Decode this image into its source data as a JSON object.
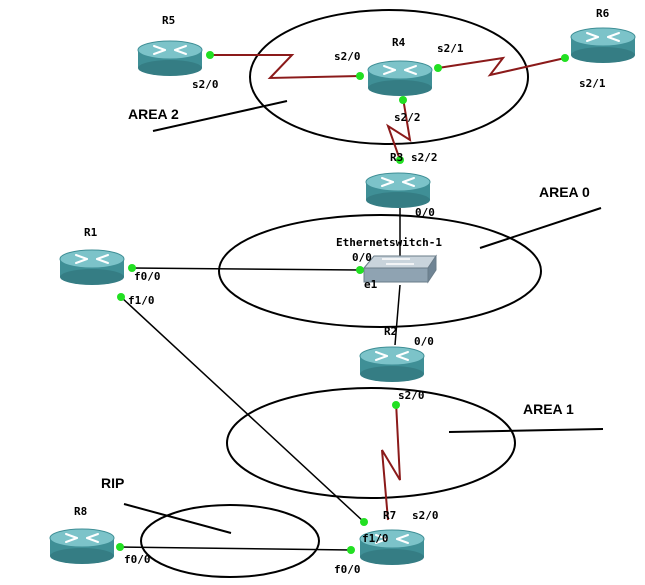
{
  "routers": {
    "r1": "R1",
    "r2": "R2",
    "r3": "R3",
    "r4": "R4",
    "r5": "R5",
    "r6": "R6",
    "r7": "R7",
    "r8": "R8"
  },
  "switch": {
    "name": "Ethernetswitch-1"
  },
  "areas": {
    "area0": "AREA 0",
    "area1": "AREA 1",
    "area2": "AREA 2",
    "rip": "RIP"
  },
  "interfaces": {
    "r5_s20": "s2/0",
    "r4_s20": "s2/0",
    "r4_s21": "s2/1",
    "r6_s21": "s2/1",
    "r4_s22": "s2/2",
    "r3_s22": "s2/2",
    "r3_00": "0/0",
    "sw_00": "0/0",
    "sw_e1": "e1",
    "r1_f00": "f0/0",
    "r1_f10": "f1/0",
    "r2_00": "0/0",
    "r2_s20": "s2/0",
    "r7_s20": "s2/0",
    "r7_f10": "f1/0",
    "r7_f00": "f0/0",
    "r8_f00": "f0/0"
  },
  "colors": {
    "router_body": "#3f8f96",
    "router_top": "#6fb8bf",
    "port_dot": "#22e022",
    "link": "#000000",
    "serial_link": "#8b1a1a"
  }
}
